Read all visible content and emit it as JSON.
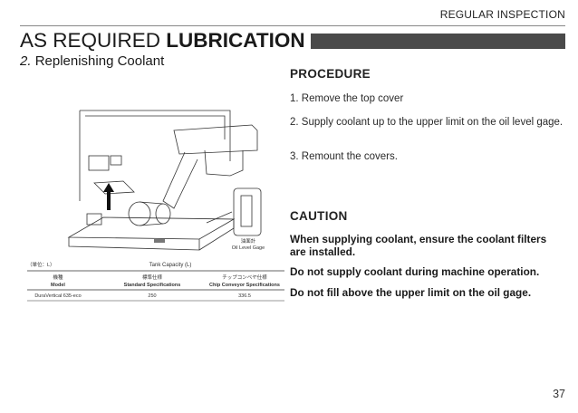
{
  "header": {
    "section_label": "REGULAR INSPECTION",
    "title_light": "AS REQUIRED",
    "title_bold": "LUBRICATION",
    "subtitle_num": "2.",
    "subtitle_text": "Replenishing Coolant"
  },
  "figure": {
    "callout_label_jp": "油面計",
    "callout_label_en": "Oil Level Gage",
    "table": {
      "unit": "（単位：L）",
      "caption": "Tank Capacity (L)",
      "columns": [
        {
          "jp": "機種",
          "en": "Model"
        },
        {
          "jp": "標準仕様",
          "en": "Standard Specifications"
        },
        {
          "jp": "チップコンベヤ仕様",
          "en": "Chip Conveyor Specifications"
        }
      ],
      "rows": [
        {
          "model": "DuraVertical 635-eco",
          "standard": "250",
          "chip_conveyor": "336.5"
        }
      ]
    }
  },
  "procedure": {
    "heading": "PROCEDURE",
    "steps": [
      "1. Remove the top cover",
      "2. Supply coolant up to the upper limit on the oil level gage.",
      "3. Remount the covers."
    ]
  },
  "caution": {
    "heading": "CAUTION",
    "items": [
      "When supplying coolant, ensure the coolant filters are installed.",
      "Do not supply coolant during machine operation.",
      "Do not fill above the upper limit on the oil gage."
    ]
  },
  "page_number": "37"
}
